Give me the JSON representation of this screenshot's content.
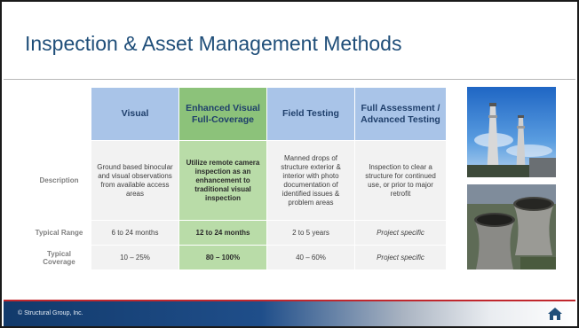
{
  "slide": {
    "title": "Inspection & Asset Management Methods",
    "footer": {
      "copyright": "© Structural Group, Inc.",
      "home_icon": "home-icon"
    }
  },
  "table": {
    "columns": [
      {
        "label": "Visual",
        "highlight": false
      },
      {
        "label": "Enhanced Visual Full-Coverage",
        "highlight": true
      },
      {
        "label": "Field Testing",
        "highlight": false
      },
      {
        "label": "Full Assessment / Advanced Testing",
        "highlight": false
      }
    ],
    "rows": [
      {
        "label": "Description",
        "cells": [
          "Ground based binocular and visual observations from available access areas",
          "Utilize remote camera inspection as an enhancement to traditional visual inspection",
          "Manned drops of structure exterior & interior with photo documentation of identified issues & problem areas",
          "Inspection to clear a structure for continued use, or prior to major retrofit"
        ]
      },
      {
        "label": "Typical Range",
        "cells": [
          "6 to 24 months",
          "12 to 24 months",
          "2 to 5 years",
          "Project specific"
        ]
      },
      {
        "label": "Typical Coverage",
        "cells": [
          "10 – 25%",
          "80 – 100%",
          "40 – 60%",
          "Project specific"
        ]
      }
    ]
  },
  "colors": {
    "title": "#1f4e79",
    "header_blue": "#a9c4e8",
    "header_green": "#8cc27a",
    "cell_green": "#b9dca8",
    "cell_gray": "#f2f2f2",
    "footer_navy": "#123a6b",
    "footer_red": "#c0272d"
  },
  "images": [
    {
      "name": "smokestacks-photo"
    },
    {
      "name": "cooling-towers-photo"
    }
  ]
}
